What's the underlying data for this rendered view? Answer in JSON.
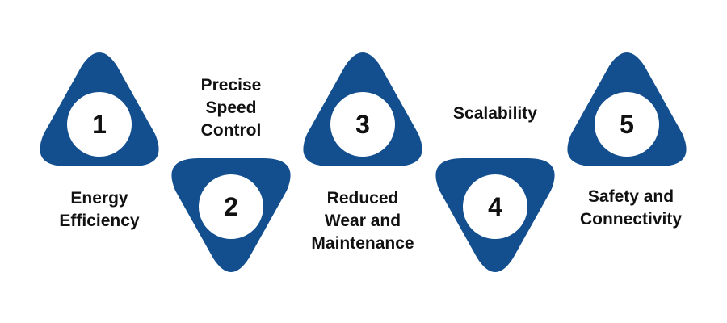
{
  "colors": {
    "shape_fill": "#134f8f",
    "circle_fill": "#ffffff",
    "text": "#111111"
  },
  "steps": [
    {
      "number": "1",
      "label": "Energy\nEfficiency",
      "orientation": "up"
    },
    {
      "number": "2",
      "label": "Precise\nSpeed\nControl",
      "orientation": "down"
    },
    {
      "number": "3",
      "label": "Reduced\nWear and\nMaintenance",
      "orientation": "up"
    },
    {
      "number": "4",
      "label": "Scalability",
      "orientation": "down"
    },
    {
      "number": "5",
      "label": "Safety and\nConnectivity",
      "orientation": "up"
    }
  ]
}
